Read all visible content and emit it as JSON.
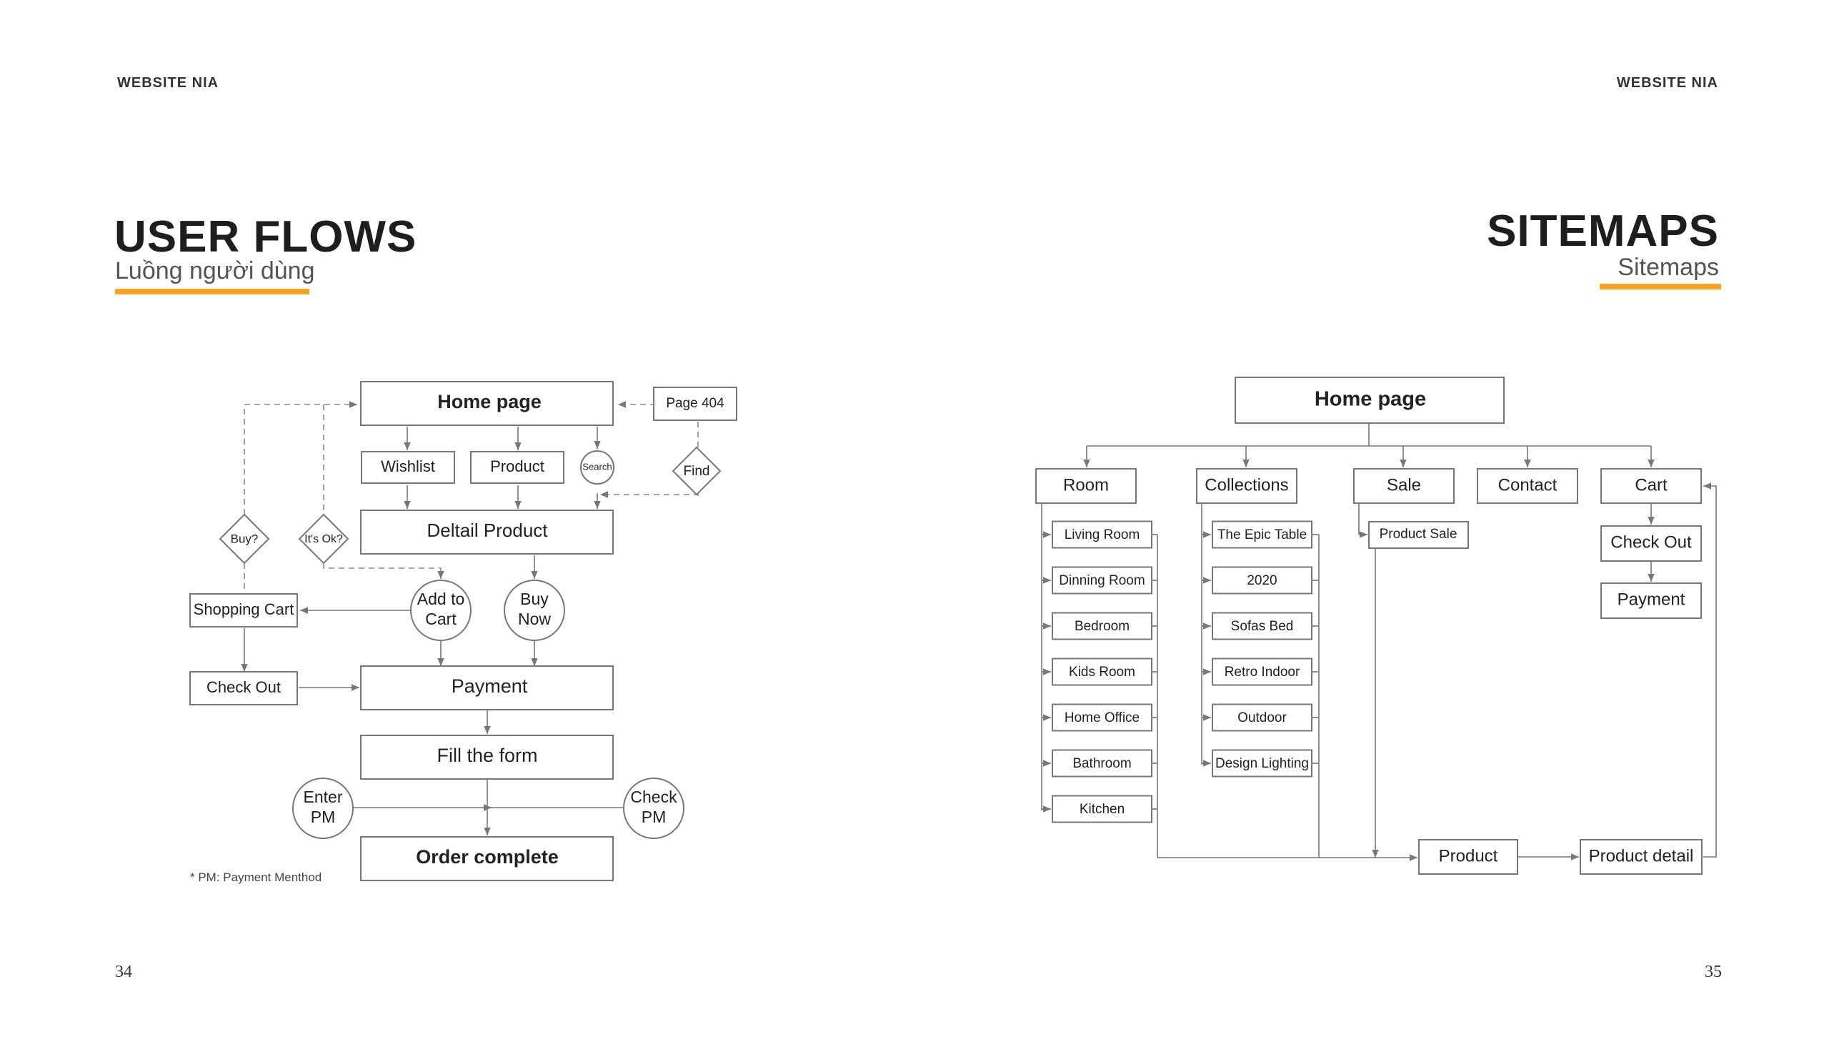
{
  "header": {
    "left": "WEBSITE NIA",
    "right": "WEBSITE NIA"
  },
  "left_page": {
    "title": "USER FLOWS",
    "subtitle": "Luồng người dùng",
    "page_number": "34",
    "note": "* PM: Payment Menthod",
    "nodes": {
      "home": "Home page",
      "page404": "Page 404",
      "wishlist": "Wishlist",
      "product": "Product",
      "search": "Search",
      "find": "Find",
      "buy": "Buy?",
      "itsok": "It's Ok?",
      "detail": "Deltail Product",
      "shopping_cart": "Shopping Cart",
      "add_to_cart_1": "Add to",
      "add_to_cart_2": "Cart",
      "buy_now_1": "Buy",
      "buy_now_2": "Now",
      "check_out": "Check Out",
      "payment": "Payment",
      "fill_form": "Fill the form",
      "enter_pm_1": "Enter",
      "enter_pm_2": "PM",
      "check_pm_1": "Check",
      "check_pm_2": "PM",
      "order_complete": "Order complete"
    }
  },
  "right_page": {
    "title": "SITEMAPS",
    "subtitle": "Sitemaps",
    "page_number": "35",
    "home": "Home page",
    "room": {
      "label": "Room",
      "children": [
        "Living Room",
        "Dinning Room",
        "Bedroom",
        "Kids Room",
        "Home Office",
        "Bathroom",
        "Kitchen"
      ]
    },
    "collections": {
      "label": "Collections",
      "children": [
        "The Epic Table",
        "2020",
        "Sofas Bed",
        "Retro Indoor",
        "Outdoor",
        "Design Lighting"
      ]
    },
    "sale": {
      "label": "Sale",
      "children": [
        "Product Sale"
      ]
    },
    "contact": {
      "label": "Contact"
    },
    "cart": {
      "label": "Cart",
      "children": [
        "Check Out",
        "Payment"
      ]
    },
    "product": "Product",
    "product_detail": "Product detail"
  },
  "colors": {
    "accent": "#f5a423",
    "line": "#777777",
    "text": "#222222"
  }
}
